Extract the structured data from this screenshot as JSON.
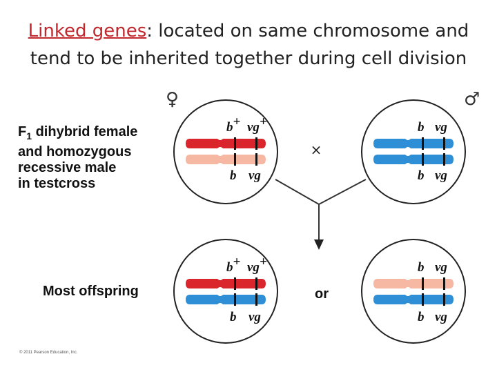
{
  "title": {
    "highlight": "Linked genes",
    "rest_line1": ": located on same chromosome and",
    "line2": "tend to be inherited together during cell division"
  },
  "symbols": {
    "female": "♀",
    "male": "♂",
    "cross": "×",
    "or": "or"
  },
  "labels": {
    "testcross_line1": "dihybrid female",
    "testcross_prefix": "F",
    "testcross_subscript": "1",
    "testcross_line2": "and homozygous",
    "testcross_line3": "recessive male",
    "testcross_line4": "in testcross",
    "offspring": "Most offspring"
  },
  "alleles": {
    "b_wild": "b",
    "vg_wild": "vg",
    "plus": "+",
    "b": "b",
    "vg": "vg"
  },
  "colors": {
    "red_chromosome": "#d9252b",
    "pink_chromosome": "#f6b8a2",
    "blue_chromosome": "#2f8fd6",
    "highlight_text": "#c0282d"
  },
  "cells": [
    {
      "role": "F1 female",
      "top": {
        "color": "red",
        "b": "b",
        "vg": "vg",
        "wild": true
      },
      "bottom": {
        "color": "pink",
        "b": "b",
        "vg": "vg",
        "wild": false
      }
    },
    {
      "role": "male",
      "top": {
        "color": "blue",
        "b": "b",
        "vg": "vg",
        "wild": false
      },
      "bottom": {
        "color": "blue",
        "b": "b",
        "vg": "vg",
        "wild": false
      }
    },
    {
      "role": "offspring 1",
      "top": {
        "color": "red",
        "b": "b",
        "vg": "vg",
        "wild": true
      },
      "bottom": {
        "color": "blue",
        "b": "b",
        "vg": "vg",
        "wild": false
      }
    },
    {
      "role": "offspring 2",
      "top": {
        "color": "pink",
        "b": "b",
        "vg": "vg",
        "wild": false
      },
      "bottom": {
        "color": "blue",
        "b": "b",
        "vg": "vg",
        "wild": false
      }
    }
  ],
  "copyright": "© 2011 Pearson Education, Inc."
}
